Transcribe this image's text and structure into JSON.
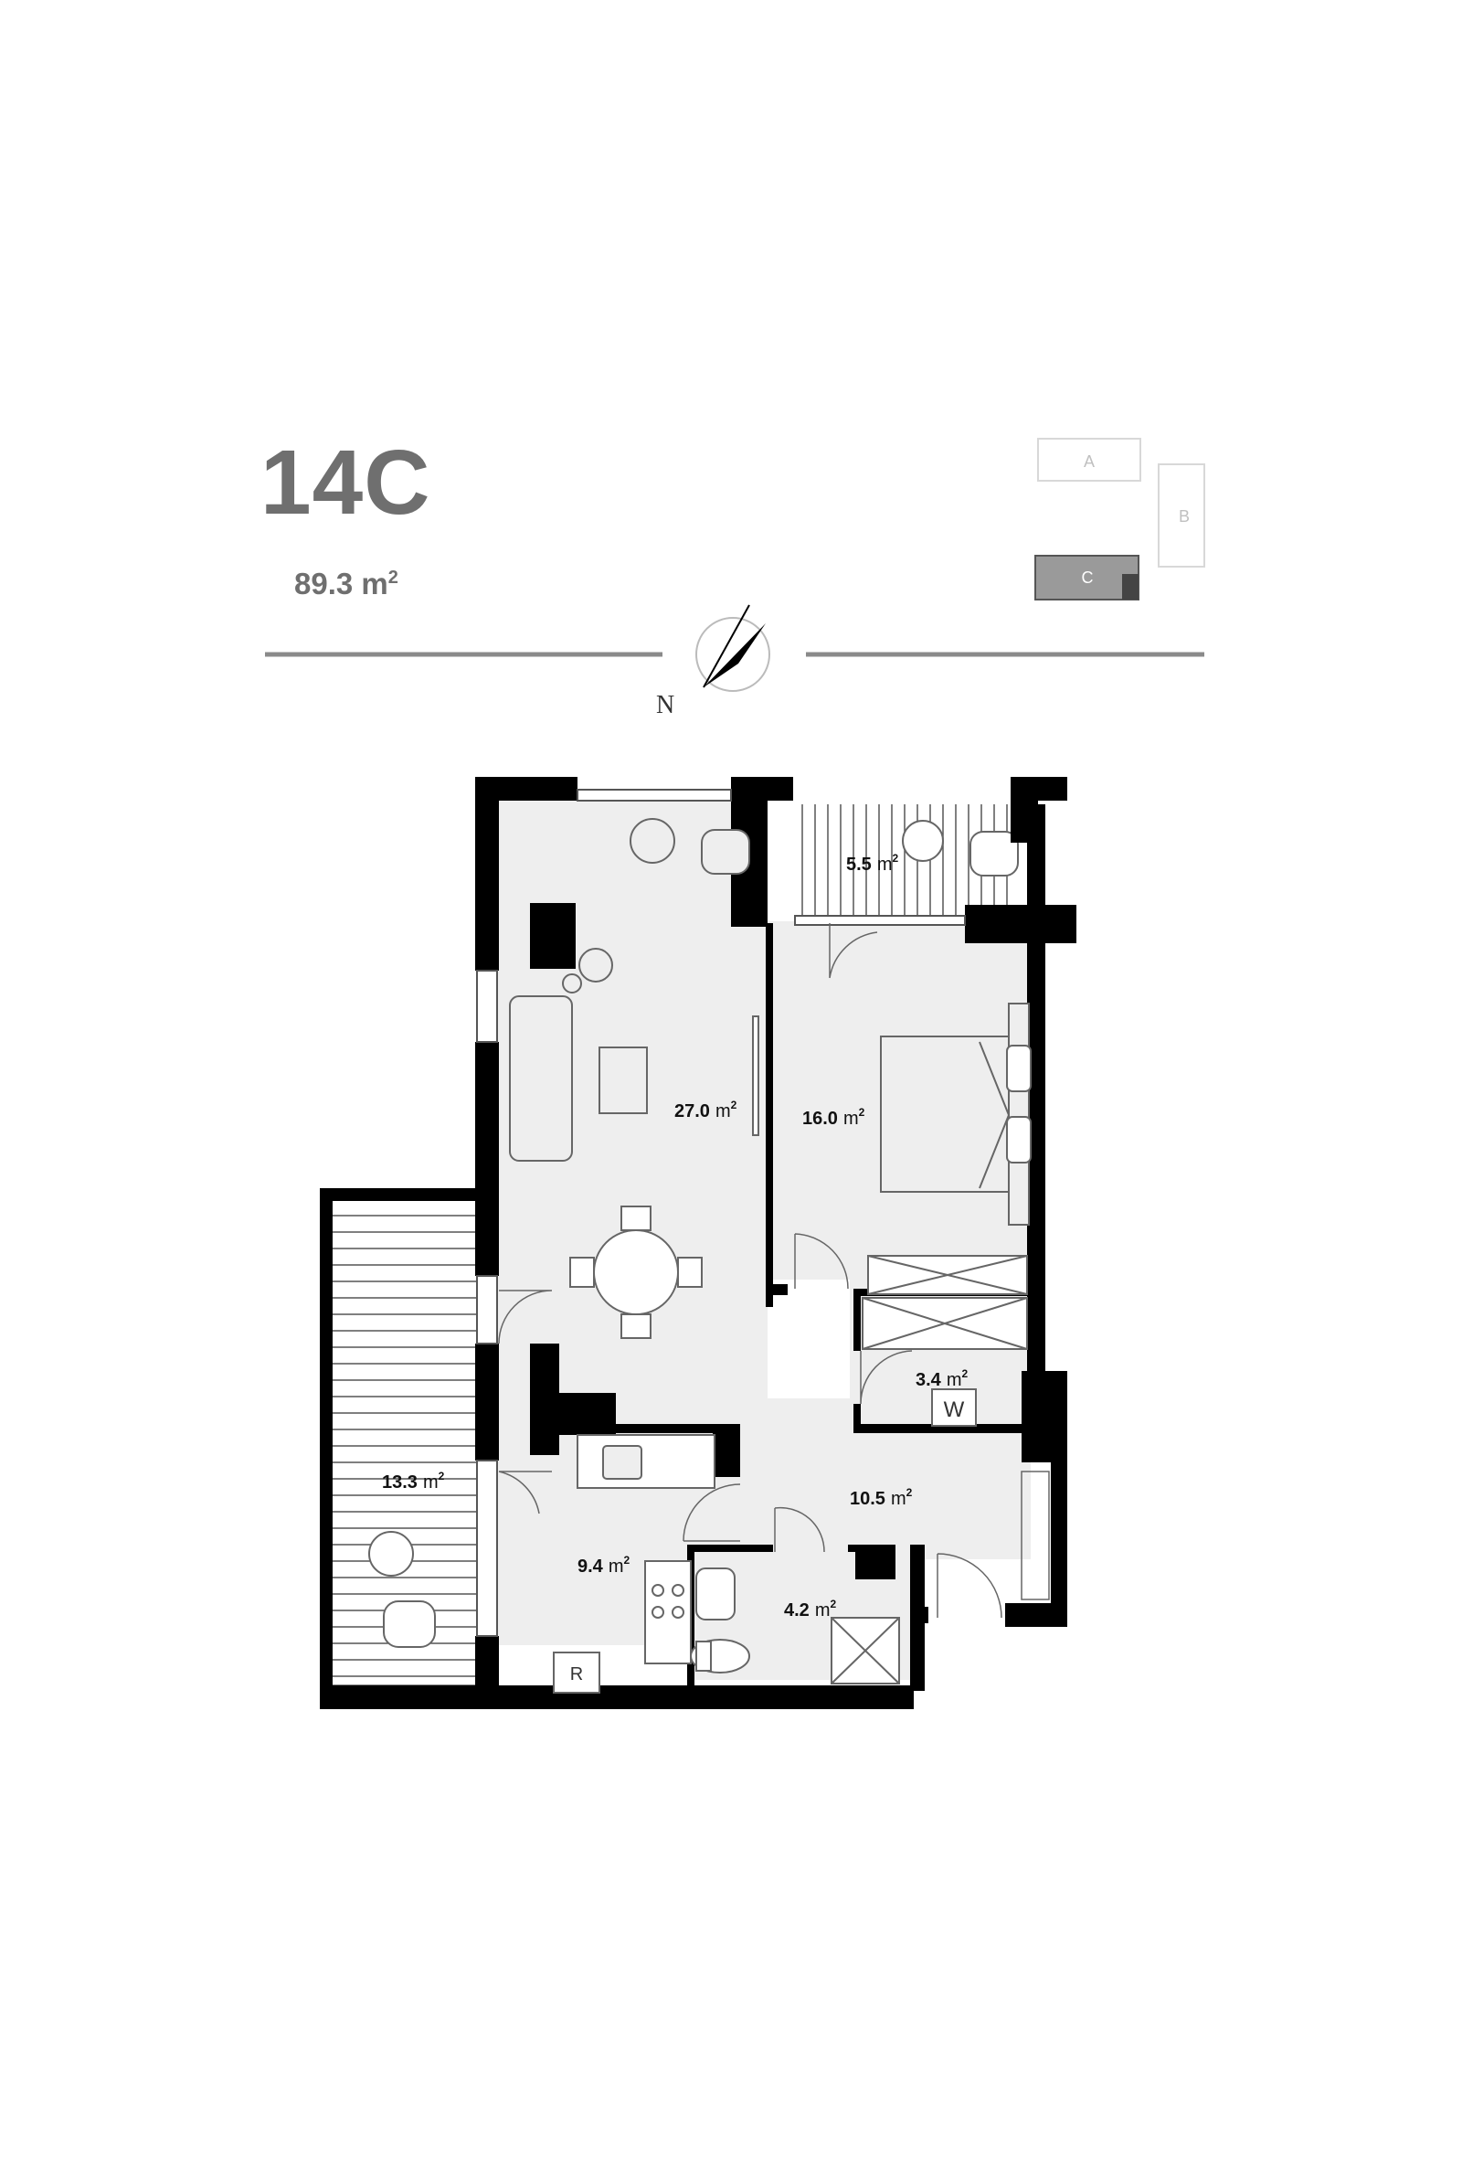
{
  "unit": {
    "code": "14C",
    "area_value": "89.3",
    "area_unit": "m",
    "area_exp": "2"
  },
  "key_plan": {
    "buildings": [
      {
        "label": "A",
        "highlighted": false
      },
      {
        "label": "B",
        "highlighted": false
      },
      {
        "label": "C",
        "highlighted": true
      }
    ]
  },
  "compass": {
    "label": "N"
  },
  "rooms": [
    {
      "id": "balcony-north",
      "area": "5.5"
    },
    {
      "id": "living-room",
      "area": "27.0"
    },
    {
      "id": "bedroom",
      "area": "16.0"
    },
    {
      "id": "wardrobe",
      "area": "3.4"
    },
    {
      "id": "hallway",
      "area": "10.5"
    },
    {
      "id": "terrace",
      "area": "13.3"
    },
    {
      "id": "kitchen",
      "area": "9.4"
    },
    {
      "id": "bathroom",
      "area": "4.2"
    }
  ],
  "unit_symbol": "m",
  "unit_exp": "2",
  "appliances": {
    "washer": "W",
    "fridge": "R"
  },
  "colors": {
    "wall": "#000000",
    "floor": "#eeeeee",
    "text_gray": "#6f6f6f",
    "key_highlight": "#9a9a9a"
  }
}
